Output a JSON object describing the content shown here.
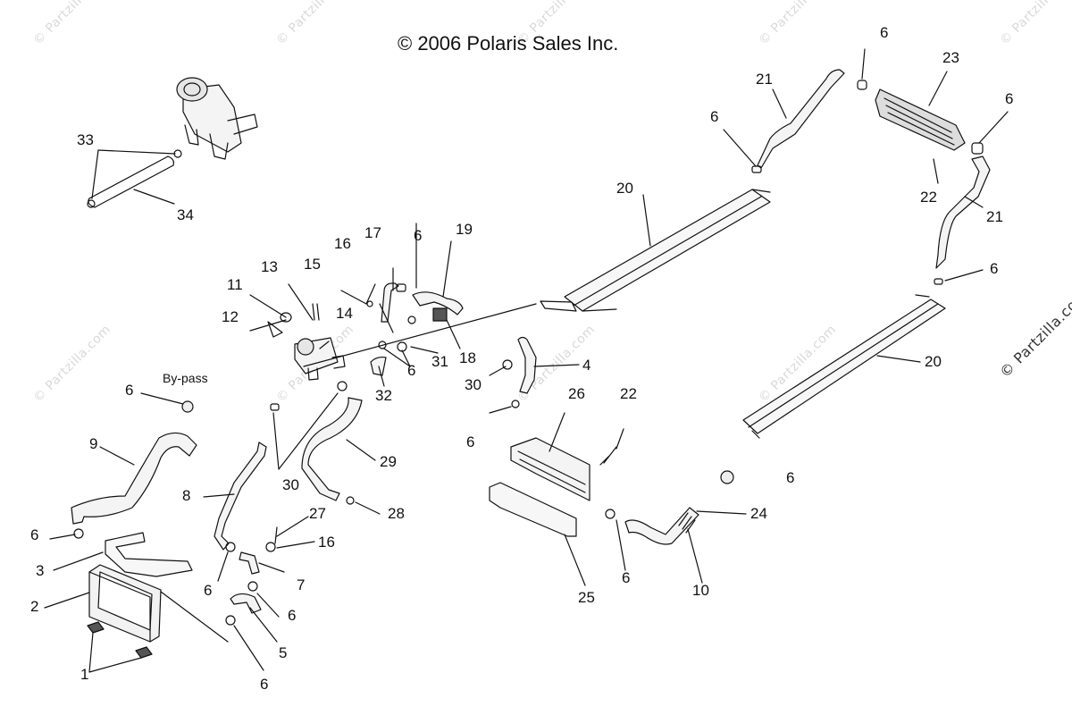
{
  "copyright": "© 2006 Polaris Sales Inc.",
  "watermark_text": "© Partzilla.com",
  "bypass_label": "By-pass",
  "callouts": {
    "c1": "1",
    "c2": "2",
    "c3": "3",
    "c4": "4",
    "c5": "5",
    "c6a": "6",
    "c6b": "6",
    "c6c": "6",
    "c6d": "6",
    "c6e": "6",
    "c6f": "6",
    "c6g": "6",
    "c6h": "6",
    "c6i": "6",
    "c6j": "6",
    "c6k": "6",
    "c6l": "6",
    "c6m": "6",
    "c6n": "6",
    "c7": "7",
    "c8": "8",
    "c9": "9",
    "c10": "10",
    "c11": "11",
    "c12": "12",
    "c13": "13",
    "c14": "14",
    "c15": "15",
    "c16a": "16",
    "c16b": "16",
    "c17": "17",
    "c18": "18",
    "c19": "19",
    "c20a": "20",
    "c20b": "20",
    "c21a": "21",
    "c21b": "21",
    "c22a": "22",
    "c22b": "22",
    "c23": "23",
    "c24": "24",
    "c25": "25",
    "c26": "26",
    "c27": "27",
    "c28": "28",
    "c29": "29",
    "c30a": "30",
    "c30b": "30",
    "c31": "31",
    "c32": "32",
    "c33": "33",
    "c34": "34"
  }
}
